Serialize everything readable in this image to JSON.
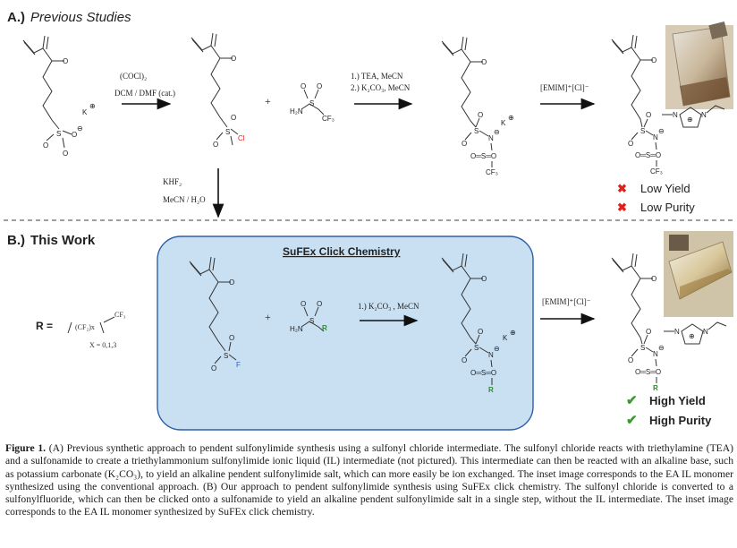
{
  "section_a": {
    "label": "A.)",
    "title": "Previous Studies"
  },
  "section_b": {
    "label": "B.)",
    "title": "This Work"
  },
  "sufex_title": "SuFEx Click Chemistry",
  "conditions": {
    "cocl2": "(COCl)₂",
    "dcm_dmf": "DCM / DMF (cat.)",
    "tea_step1": "1.) TEA, MeCN",
    "tea_step2": "2.) K₂CO₃, MeCN",
    "emim_a": "[EMIM]⁺[Cl]⁻",
    "khf2": "KHF₂",
    "mecn_h2o": "MeCN / H₂O",
    "k2co3": "1.) K₂CO₃ , MeCN",
    "emim_b": "[EMIM]⁺[Cl]⁻"
  },
  "atoms": {
    "O": "O",
    "S": "S",
    "N": "N",
    "K": "K",
    "Cl": "Cl",
    "F": "F",
    "CF3": "CF₃",
    "H2N": "H₂N",
    "R": "R",
    "plus": "⊕",
    "minus": "⊖",
    "SO_row": "O═S═O"
  },
  "r_group": {
    "label": "R =",
    "cf3": "CF₃",
    "cf2": "(CF₂)x",
    "x_values": "X = 0,1,3"
  },
  "plus_sign": "+",
  "results_a": [
    "Low Yield",
    "Low Purity"
  ],
  "results_b": [
    "High Yield",
    "High Purity"
  ],
  "colors": {
    "cross": "#e0201b",
    "check": "#3a9a2f",
    "box_fill": "#c9e0f3",
    "box_stroke": "#2f5fa8",
    "chlorine": "#e0201b",
    "fluorine": "#1f5fd6",
    "r_green": "#2e8b2e"
  },
  "caption": {
    "label": "Figure 1.",
    "text": "(A) Previous synthetic approach to pendent sulfonylimide synthesis using a sulfonyl chloride intermediate. The sulfonyl chloride reacts with triethylamine (TEA) and a sulfonamide to create a triethylammonium sulfonylimide ionic liquid (IL) intermediate (not pictured). This intermediate can then be reacted with an alkaline base, such as potassium carbonate (K₂CO₃), to yield an alkaline pendent sulfonylimide salt, which can more easily be ion exchanged. The inset image corresponds to the EA IL monomer synthesized using the conventional approach. (B) Our approach to pendent sulfonylimide synthesis using SuFEx click chemistry. The sulfonyl chloride is converted to a sulfonylfluoride, which can then be clicked onto a sulfonamide to yield an alkaline pendent sulfonylimide salt in a single step, without the IL intermediate. The inset image corresponds to the EA IL monomer synthesized by SuFEx click chemistry."
  }
}
